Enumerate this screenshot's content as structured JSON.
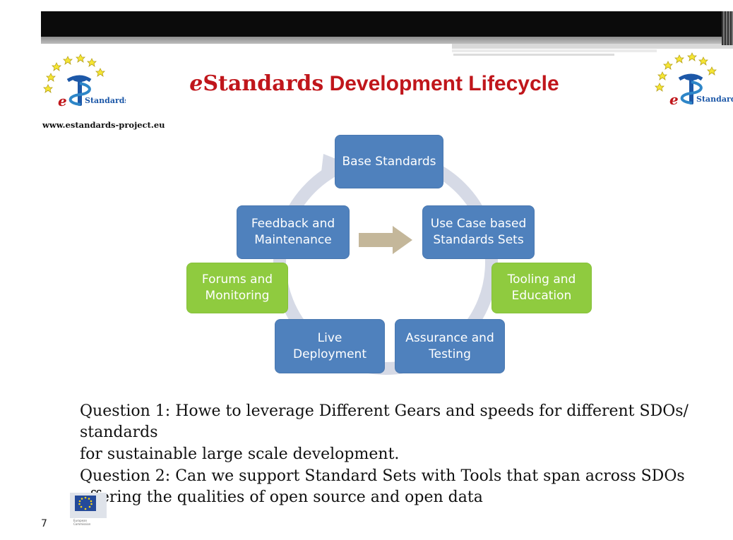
{
  "slide": {
    "title_e": "e",
    "title_standards": "Standards",
    "title_rest": " Development Lifecycle",
    "website": "www.estandards-project.eu",
    "page_number": "7",
    "logo_text_e": "e",
    "logo_text": "Standards",
    "eu_label_1": "European",
    "eu_label_2": "Commission"
  },
  "cycle": {
    "base_standards": "Base Standards",
    "use_case": "Use Case based\nStandards Sets",
    "tooling": "Tooling and\nEducation",
    "assurance": "Assurance and\nTesting",
    "live": "Live\nDeployment",
    "forums": "Forums and\nMonitoring",
    "feedback": "Feedback and\nMaintenance"
  },
  "questions": {
    "q1_line1": "Question 1: Howe to leverage Different Gears and speeds for different SDOs/",
    "q1_line2": "standards",
    "q1_line3": "for sustainable large scale development.",
    "q2_line1": "Question 2: Can we support Standard Sets with Tools that span across SDOs",
    "q2_line2": "offering the qualities of open source and open data"
  },
  "colors": {
    "title_red": "#c0161b",
    "box_blue": "#4f81bd",
    "box_green": "#8fcb3f",
    "ring_grey": "#d6dae6",
    "arrow_tan": "#c4b79a"
  }
}
